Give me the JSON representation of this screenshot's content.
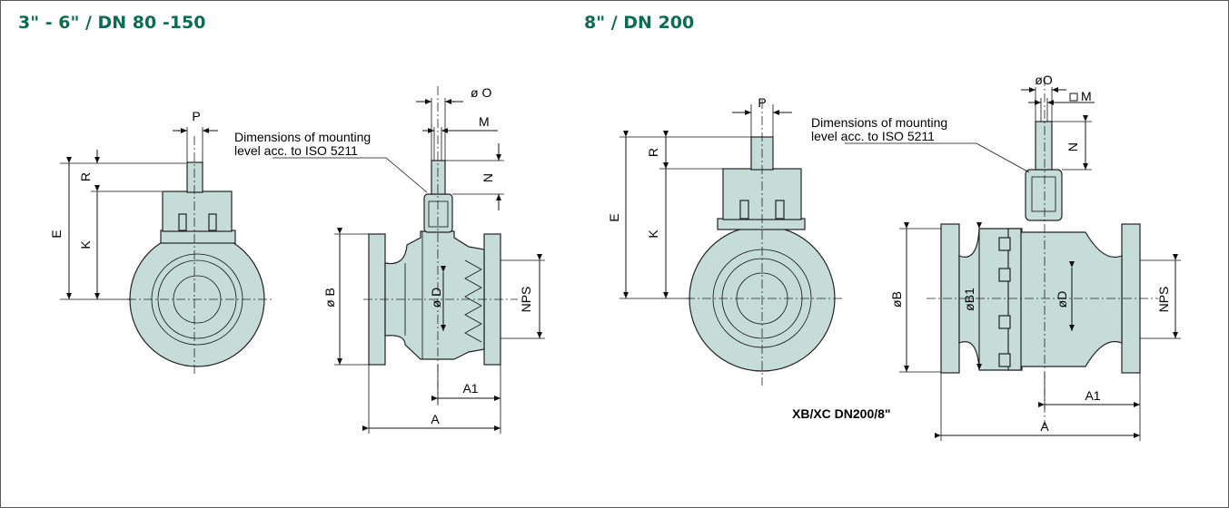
{
  "section_left": {
    "title": "3\" - 6\" / DN 80 -150"
  },
  "section_right": {
    "title": "8\" / DN 200",
    "model_label": "XB/XC DN200/8\""
  },
  "note": "Dimensions of mounting\nlevel acc. to ISO 5211",
  "dims": {
    "A": "A",
    "A1": "A1",
    "E": "E",
    "K": "K",
    "R": "R",
    "P": "P",
    "N": "N",
    "M": "M",
    "O_left": "ø O",
    "O_right": "øO",
    "B_left": "ø B",
    "B_right": "øB",
    "B1": "øB1",
    "D_left": "ø D",
    "D_right": "øD",
    "NPS": "NPS"
  },
  "colors": {
    "title": "#0d6b52",
    "body_fill": "#c5dcd8"
  }
}
